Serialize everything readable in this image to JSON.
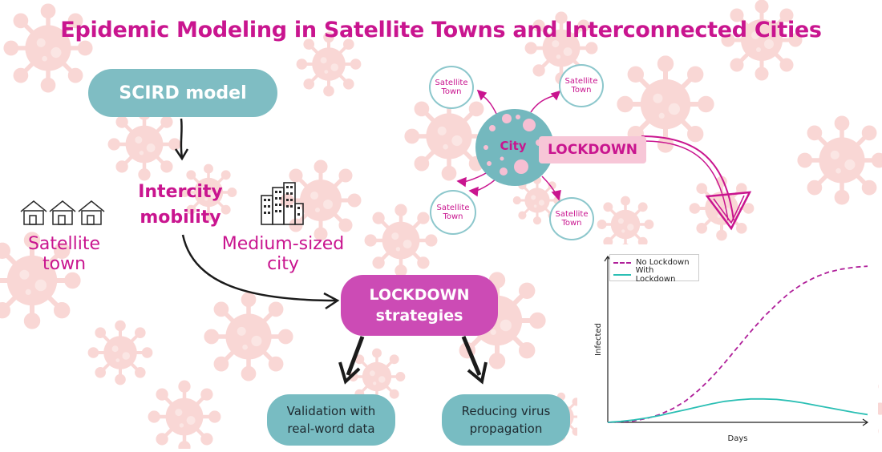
{
  "title": "Epidemic Modeling in Satellite Towns and Interconnected Cities",
  "flow": {
    "scird": "SCIRD model",
    "intercity_line1": "Intercity",
    "intercity_line2": "mobility",
    "satellite_line1": "Satellite",
    "satellite_line2": "town",
    "medium_line1": "Medium-sized",
    "medium_line2": "city",
    "lockdown_line1": "LOCKDOWN",
    "lockdown_line2": "strategies",
    "validation_line1": "Validation with",
    "validation_line2": "real-word data",
    "reducing_line1": "Reducing virus",
    "reducing_line2": "propagation"
  },
  "network": {
    "city": "City",
    "lockdown": "LOCKDOWN",
    "town_line1": "Satellite",
    "town_line2": "Town"
  },
  "colors": {
    "magenta": "#c9158f",
    "teal": "#7fbdc3",
    "pill_magenta": "#cc4bb5",
    "lockdown_bg": "#f7c6d7",
    "virus_bg": "#f9d7d5"
  },
  "chart_data": {
    "type": "line",
    "xlabel": "Days",
    "ylabel": "Infected",
    "x": [
      0,
      5,
      10,
      15,
      20,
      25,
      30,
      35,
      40,
      45,
      50,
      55,
      60,
      65,
      70,
      75,
      80,
      85,
      90,
      95,
      100
    ],
    "series": [
      {
        "name": "No Lockdown",
        "style": "dashed",
        "color": "#b0209a",
        "values": [
          0,
          0.5,
          1.5,
          4,
          8,
          14,
          22,
          33,
          46,
          61,
          77,
          93,
          108,
          121,
          133,
          142,
          149,
          154,
          157,
          159,
          160
        ]
      },
      {
        "name": "With Lockdown",
        "style": "solid",
        "color": "#2bbfb4",
        "values": [
          0,
          1,
          2.5,
          4.5,
          7,
          10,
          13,
          16,
          19,
          21.5,
          23,
          24,
          24,
          23.5,
          22,
          20,
          17.5,
          15,
          12.5,
          10,
          8
        ]
      }
    ],
    "ylim": [
      0,
      170
    ],
    "grid": false,
    "legend": "top-left"
  }
}
